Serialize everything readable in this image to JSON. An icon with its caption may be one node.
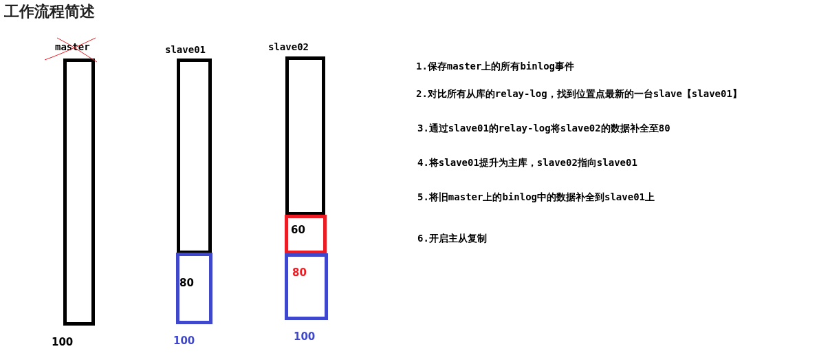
{
  "diagram": {
    "title": "工作流程简述",
    "nodes": [
      {
        "text": [],
        "shape": "bar",
        "beside": [
          "master",
          "100"
        ]
      },
      {
        "text": [],
        "shape": "bar",
        "beside": [
          "slave01"
        ]
      },
      {
        "text": [
          "80"
        ],
        "beside": [
          "100"
        ]
      },
      {
        "text": [],
        "shape": "bar",
        "beside": [
          "slave02"
        ]
      },
      {
        "text": [
          "60"
        ]
      },
      {
        "text": [
          "80"
        ],
        "beside": [
          "100"
        ]
      }
    ],
    "labels": [
      "1.保存master上的所有binlog事件",
      "2.对比所有从库的relay-log，找到位置点最新的一台slave【slave01】",
      "3.通过slave01的relay-log将slave02的数据补全至80",
      "4.将slave01提升为主库，slave02指向slave01",
      "5.将旧master上的binlog中的数据补全到slave01上",
      "6.开启主从复制"
    ]
  }
}
